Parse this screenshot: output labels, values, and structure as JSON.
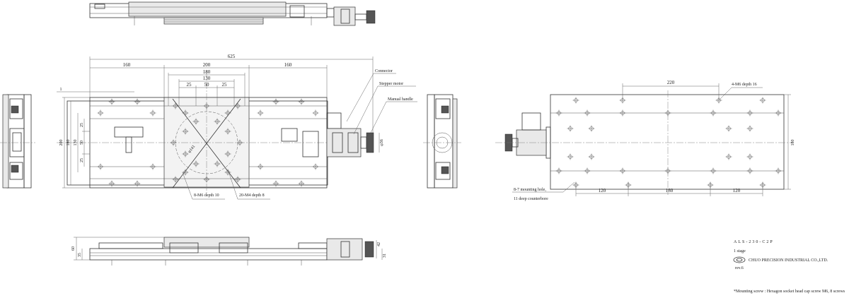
{
  "drawing": {
    "model": "ALS-230-C2P",
    "stage_label": "1 stage",
    "company": "CHUO PRECISION INDUSTRIAL CO.,LTD.",
    "revision": "rev.6",
    "footnote": "*Mounting screw : Hexagon socket head cap screw M6, 8 screws"
  },
  "callouts": {
    "connector": "Connector",
    "stepper_motor": "Stepper motor",
    "manual_handle": "Manual handle",
    "holes_8m6": "8-M6 depth 10",
    "holes_20m4": "20-M4 depth 8",
    "holes_4m6": "4-M6 depth 16",
    "mounting_hole_line1": "8-7 mounting hole,",
    "mounting_hole_line2": "11 deep counterbore"
  },
  "dimensions": {
    "overall_length": "625",
    "left_160": "160",
    "mid_200": "200",
    "right_160": "160",
    "d180": "180",
    "d130": "130",
    "d25a": "25",
    "d50": "50",
    "d25b": "25",
    "v200": "200",
    "v180": "180",
    "v130": "130",
    "v25a": "25",
    "v50": "50",
    "v25b": "25",
    "one": "1",
    "dia36": "φ36",
    "pcd": "φ141",
    "base_220": "220",
    "base_120a": "120",
    "base_180": "180",
    "base_120b": "120",
    "base_h180": "180",
    "side_60": "60",
    "side_35": "35",
    "side_42": "42",
    "side_31": "31"
  }
}
